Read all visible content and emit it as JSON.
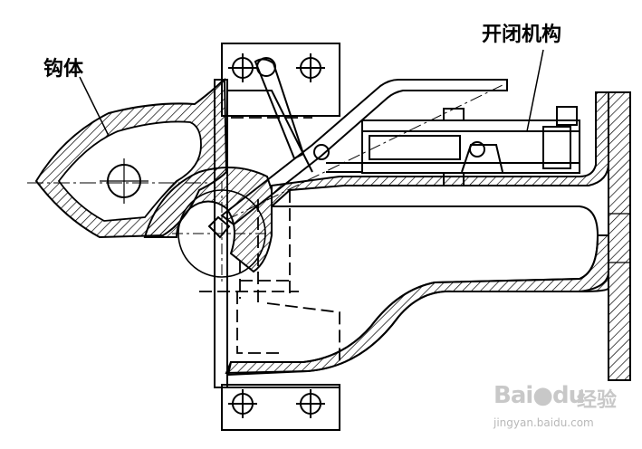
{
  "labels": {
    "hook_body": "钩体",
    "open_close_mechanism": "开闭机构"
  },
  "watermark": {
    "logo": "Bai●du",
    "logo_cn": "经验",
    "url": "jingyan.baidu.com"
  },
  "colors": {
    "line": "#000000",
    "hatch": "#000000",
    "background": "#ffffff",
    "watermark": "#c8c8c8"
  }
}
